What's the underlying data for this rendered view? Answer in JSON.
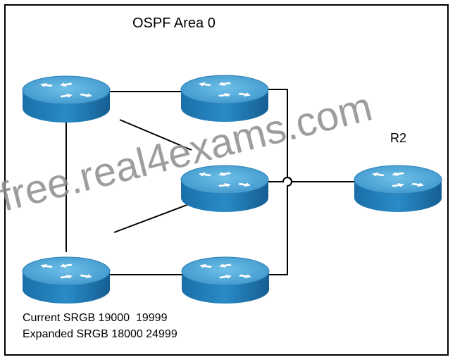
{
  "diagram": {
    "title": "OSPF Area 0",
    "router_label": "R2",
    "srgb_current": "Current SRGB 19000  19999",
    "srgb_expanded": "Expanded SRGB 18000 24999",
    "watermark": "free.real4exams.com"
  },
  "colors": {
    "router_top": "#4aa3d4",
    "router_side": "#1b74ad",
    "arrow": "#ffffff",
    "line": "#000000",
    "watermark": "#8c8c8c"
  },
  "icons": [
    "router-icon"
  ]
}
